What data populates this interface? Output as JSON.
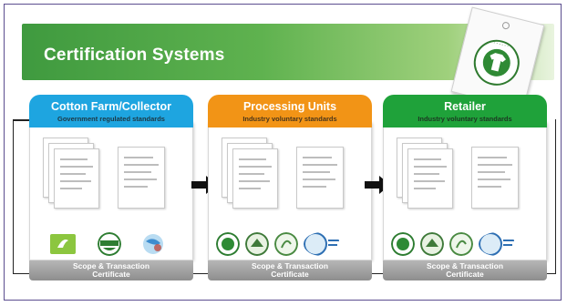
{
  "banner": {
    "title": "Certification Systems"
  },
  "panels": [
    {
      "title": "Cotton Farm/Collector",
      "subtitle": "Government regulated standards",
      "footer_line1": "Scope & Transaction",
      "footer_line2": "Certificate",
      "color": "#1ea5e0"
    },
    {
      "title": "Processing Units",
      "subtitle": "Industry voluntary standards",
      "footer_line1": "Scope & Transaction",
      "footer_line2": "Certificate",
      "color": "#f29416"
    },
    {
      "title": "Retailer",
      "subtitle": "Industry voluntary standards",
      "footer_line1": "Scope & Transaction",
      "footer_line2": "Certificate",
      "color": "#1fa23a"
    }
  ],
  "colors": {
    "banner": "#4aa544",
    "frame": "#5b4d8f",
    "footer": "#9a9a9a"
  },
  "icons": [
    "certification-tag-icon",
    "eu-organic-logo",
    "usda-organic-logo",
    "globe-logo",
    "gots-logo",
    "textile-exchange-logo"
  ]
}
